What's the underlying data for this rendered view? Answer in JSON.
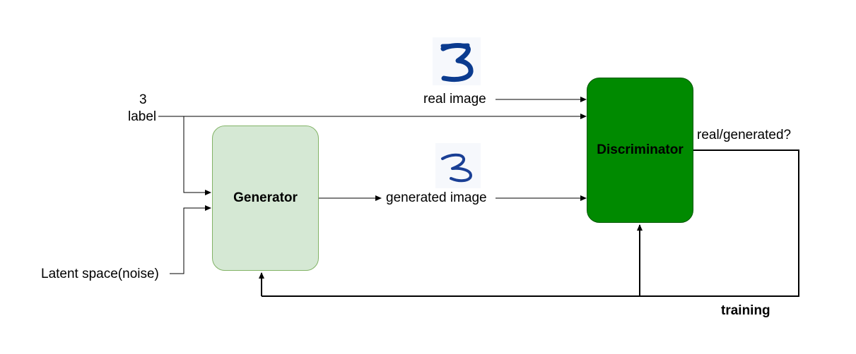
{
  "nodes": {
    "label_input": {
      "value": "3",
      "caption": "label"
    },
    "noise_input": "Latent space(noise)",
    "generator": "Generator",
    "discriminator": "Discriminator"
  },
  "edges": {
    "real_image": "real image",
    "generated_image": "generated image",
    "output": "real/generated?",
    "feedback": "training"
  },
  "images": {
    "real_digit": "handwritten-3-real",
    "generated_digit": "handwritten-3-generated"
  },
  "colors": {
    "generator_fill": "#d5e8d4",
    "generator_stroke": "#82b366",
    "discriminator_fill": "#008a00",
    "discriminator_stroke": "#005700"
  }
}
